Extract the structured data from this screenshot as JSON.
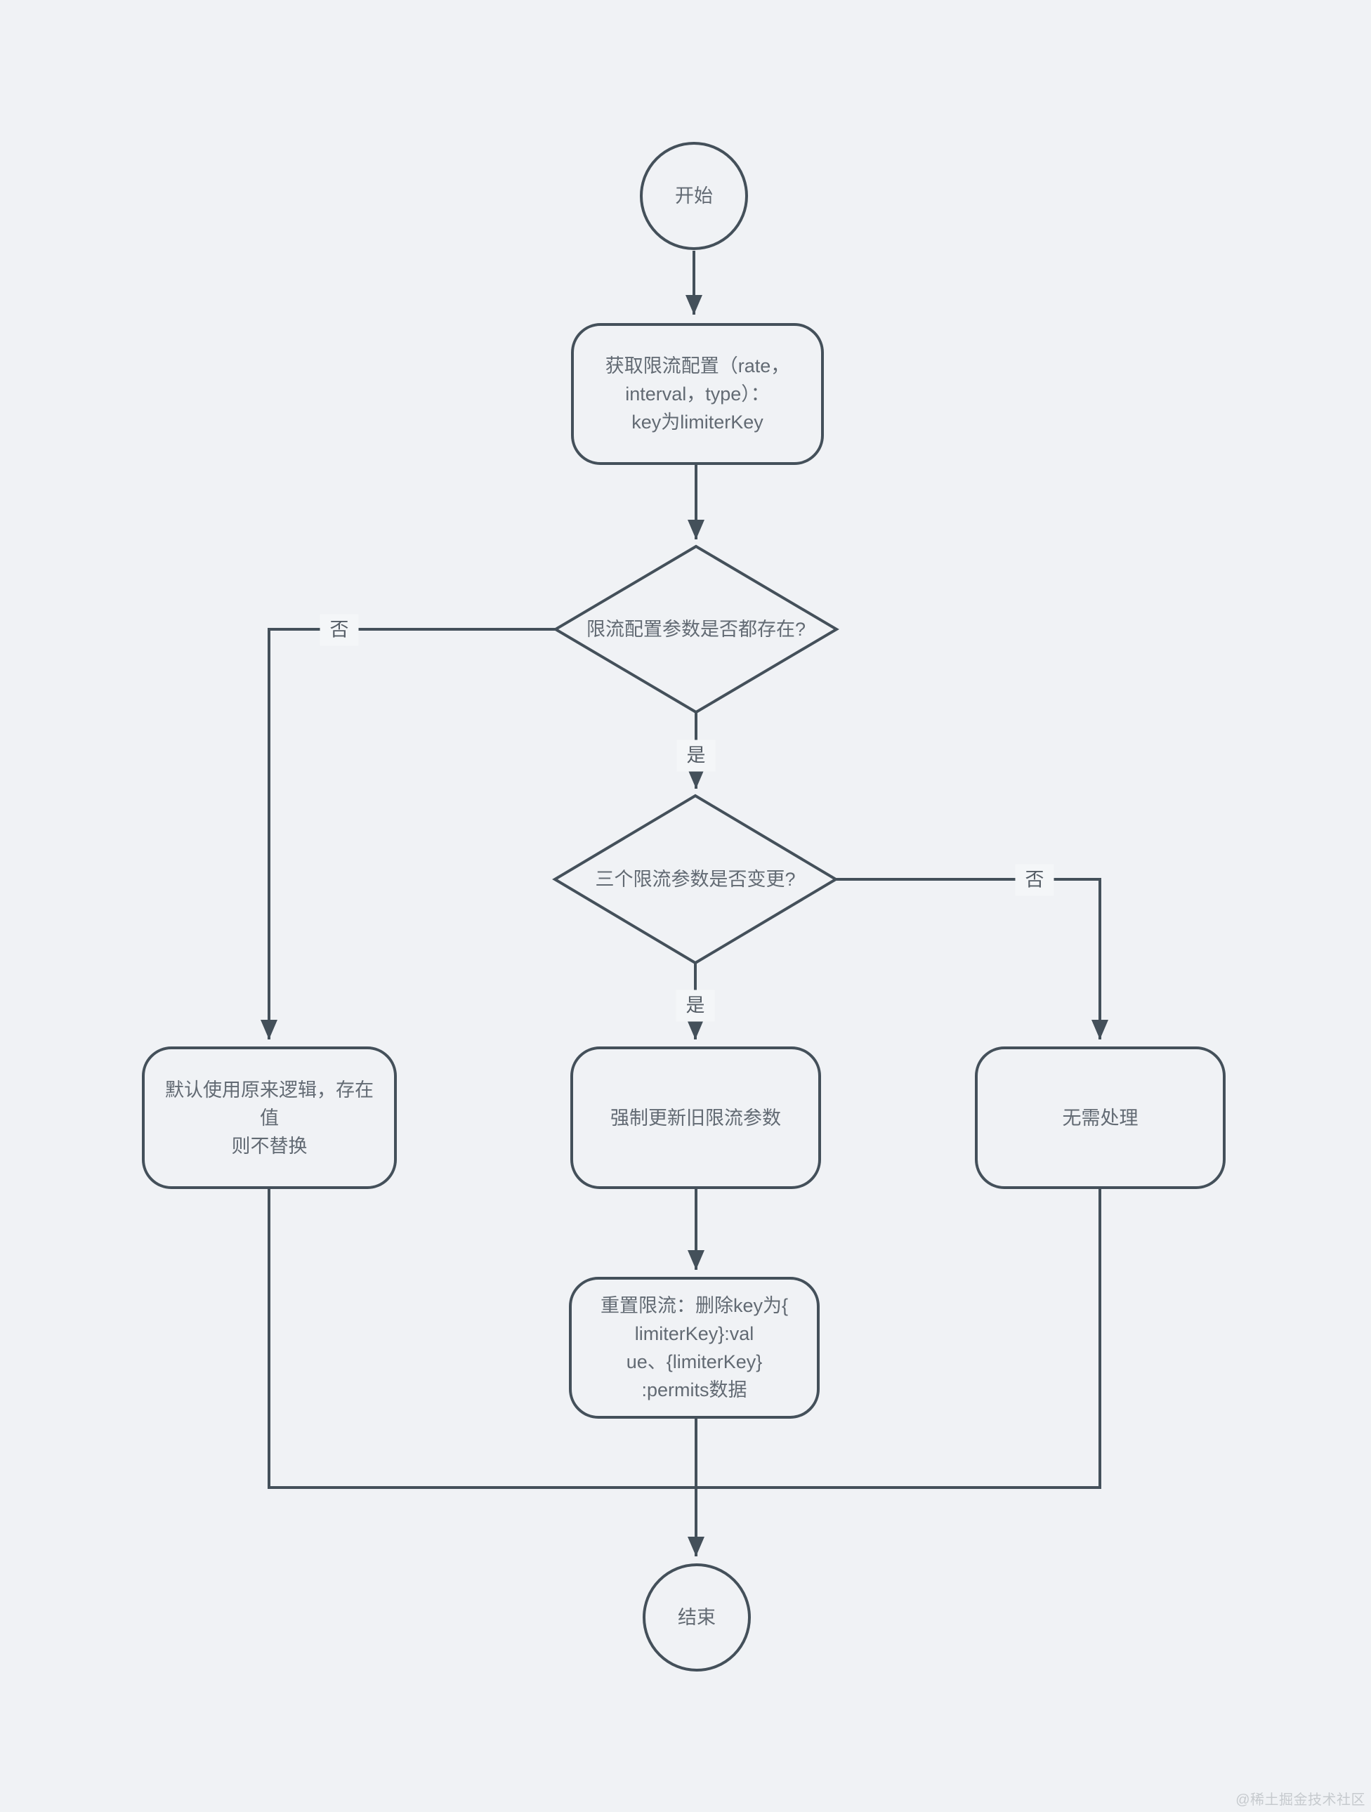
{
  "page": {
    "colors": {
      "bg": "#f0f2f5",
      "stroke": "#44505a",
      "node-text": "#626a73",
      "label-text": "#555d66",
      "label-bg": "#f4f6f8",
      "watermark": "#c6cace"
    },
    "watermark": "@稀土掘金技术社区"
  },
  "flowchart": {
    "nodes": {
      "start": {
        "type": "circle",
        "label": "开始"
      },
      "get_config": {
        "type": "process",
        "label": "获取限流配置（rate，\ninterval，type）：\nkey为limiterKey"
      },
      "params_exist": {
        "type": "decision",
        "label": "限流配置参数是否都存在?"
      },
      "params_changed": {
        "type": "decision",
        "label": "三个限流参数是否变更?"
      },
      "default_logic": {
        "type": "process",
        "label": "默认使用原来逻辑，存在值\n则不替换"
      },
      "force_update": {
        "type": "process",
        "label": "强制更新旧限流参数"
      },
      "no_action": {
        "type": "process",
        "label": "无需处理"
      },
      "reset_limit": {
        "type": "process",
        "label": "重置限流：删除key为{\nlimiterKey}:val\nue、{limiterKey}\n:permits数据"
      },
      "end": {
        "type": "circle",
        "label": "结束"
      }
    },
    "edge_labels": {
      "exist_no": "否",
      "exist_yes": "是",
      "changed_yes": "是",
      "changed_no": "否"
    },
    "edges": [
      {
        "from": "start",
        "to": "get_config",
        "label": ""
      },
      {
        "from": "get_config",
        "to": "params_exist",
        "label": ""
      },
      {
        "from": "params_exist",
        "to": "params_changed",
        "label": "是"
      },
      {
        "from": "params_exist",
        "to": "default_logic",
        "label": "否"
      },
      {
        "from": "params_changed",
        "to": "force_update",
        "label": "是"
      },
      {
        "from": "params_changed",
        "to": "no_action",
        "label": "否"
      },
      {
        "from": "force_update",
        "to": "reset_limit",
        "label": ""
      },
      {
        "from": "reset_limit",
        "to": "end",
        "label": ""
      },
      {
        "from": "default_logic",
        "to": "end",
        "label": ""
      },
      {
        "from": "no_action",
        "to": "end",
        "label": ""
      }
    ]
  }
}
